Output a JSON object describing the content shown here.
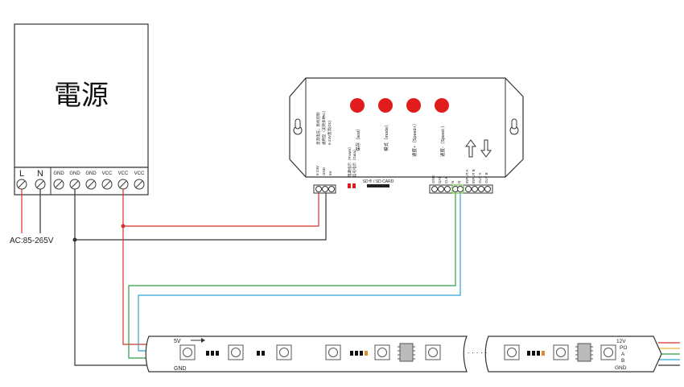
{
  "power_supply": {
    "title": "電源",
    "terminals": [
      "L",
      "N",
      "GND",
      "GND",
      "GND",
      "VCC",
      "VCC",
      "VCC"
    ],
    "ac_label": "AC:85-265V"
  },
  "controller": {
    "info_lines": [
      "直流电压，脱机控制",
      "通用型（支持多种IC）",
      "5-24V直流(DC)"
    ],
    "buttons": [
      {
        "label": "保存（test）",
        "color": "#e11c1c"
      },
      {
        "label": "模式（mode）",
        "color": "#e11c1c"
      },
      {
        "label": "速度+（Speed+）",
        "color": "#e11c1c"
      },
      {
        "label": "速度-（Speed-）",
        "color": "#e11c1c"
      }
    ],
    "indicator_labels": [
      "电源指示（Power）",
      "信号指示（Data）"
    ],
    "sd_label": "SD卡 / SD CARD",
    "input_labels": [
      "5-24V",
      "GND",
      "5V"
    ],
    "output_labels": [
      "GND",
      "DAT",
      "CLK",
      "N",
      "N",
      "INPUT A",
      "INPUT B",
      "OUT A",
      "OUT B"
    ]
  },
  "strip": {
    "left_labels": [
      "5V",
      "GND"
    ],
    "ellipsis": "· · · · ·",
    "right_labels": [
      "12V",
      "PO",
      "A",
      "B",
      "GND"
    ]
  },
  "colors": {
    "wire_red": "#d8312a",
    "wire_black": "#333333",
    "wire_green": "#2e9e4a",
    "wire_cyan": "#2aa6d6",
    "button_red": "#e11c1c",
    "terminal_block": "#6bbf4a"
  }
}
